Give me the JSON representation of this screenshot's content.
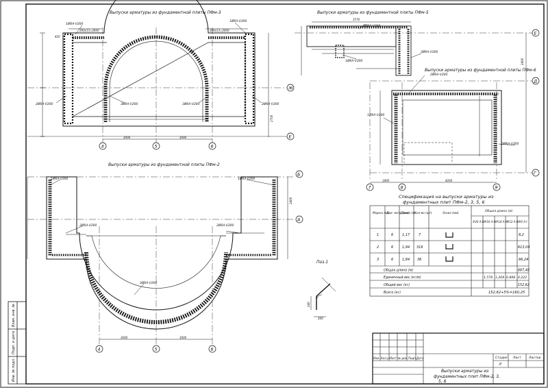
{
  "titles": {
    "pfm3": "Выпуски арматуры из фундаментной плиты ПФм-3",
    "pfm5": "Выпуски арматуры из фундаментной плиты ПФм-5",
    "pfm6": "Выпуски арматуры из фундаментной плиты ПФм-6",
    "pfm2": "Выпуски арматуры из фундаментной плиты ПФм-2",
    "spec_line1": "Спецификация на выпуски арматуры из",
    "spec_line2": "фундаментных плит ПФм-2, 3, 5, 6",
    "pos": "Поз.1"
  },
  "axes": {
    "a4": "4",
    "a5": "5",
    "a6": "6",
    "a7": "7",
    "a8": "8",
    "a9": "9",
    "zh": "Ж",
    "e": "Е",
    "d": "Д",
    "g": "Г",
    "b": "Б",
    "a": "А"
  },
  "callouts": {
    "c1": "1Ø6А-I/200",
    "c2": "2Ø6А-I/200",
    "c3": "3Ø6А-I/200"
  },
  "dims": {
    "d3000": "3000",
    "d1800": "1800",
    "d4200": "4200",
    "d2400": "2400",
    "d200x13": "200х13=2600",
    "d2700": "2700",
    "d3570": "3570",
    "d420": "420",
    "d200": "200",
    "d240": "240"
  },
  "spec": {
    "headers": {
      "mark": "Марка поз.",
      "dia": "Диа- метр (мм)",
      "len": "Длина (м)",
      "qty": "Кол-во (шт)",
      "sketch": "Эскиз (мм)",
      "total": "Общая длина (м)",
      "c20": "#20 А-III",
      "c16": "#16 А-III",
      "c14": "#14 А-III",
      "c12": "#12 А-III",
      "c6": "#6 А-I"
    },
    "rows": [
      {
        "mark": "1",
        "dia": "6",
        "len": "1,17",
        "qty": "7",
        "total": "8,2"
      },
      {
        "mark": "2",
        "dia": "6",
        "len": "1,94",
        "qty": "316",
        "total": "613,04"
      },
      {
        "mark": "3",
        "dia": "6",
        "len": "1,84",
        "qty": "36",
        "total": "66,24"
      }
    ],
    "summary": [
      {
        "label": "Общая длина (м)",
        "c16": "",
        "c14": "",
        "c12": "",
        "c6": "687,48"
      },
      {
        "label": "Единичный вес (кг/м)",
        "c16": "1,578",
        "c14": "1,208",
        "c12": "0,888",
        "c6": "0,222"
      },
      {
        "label": "Общий вес (кг)",
        "c16": "",
        "c14": "",
        "c12": "",
        "c6": "152,62"
      },
      {
        "label": "Всего (кг)",
        "value": "152,62+5%=160,25"
      }
    ]
  },
  "stamp": {
    "izm": "Изм.",
    "kol": "Кол.уч",
    "list": "Лист",
    "ndok": "№ док.",
    "podp": "Подп.",
    "data": "Дата",
    "stadia": "Стадия",
    "list_h": "Лист",
    "listov": "Листов",
    "stadia_val": "Р",
    "title_l1": "Выпуски арматуры из",
    "title_l2": "фундаментных плит ПФм-2, 3,",
    "title_l3": "5, 6"
  },
  "sidebar": {
    "inv": "Инв. № подл.",
    "podp": "Подп. и дата",
    "vzam": "Взам. инв. №"
  }
}
